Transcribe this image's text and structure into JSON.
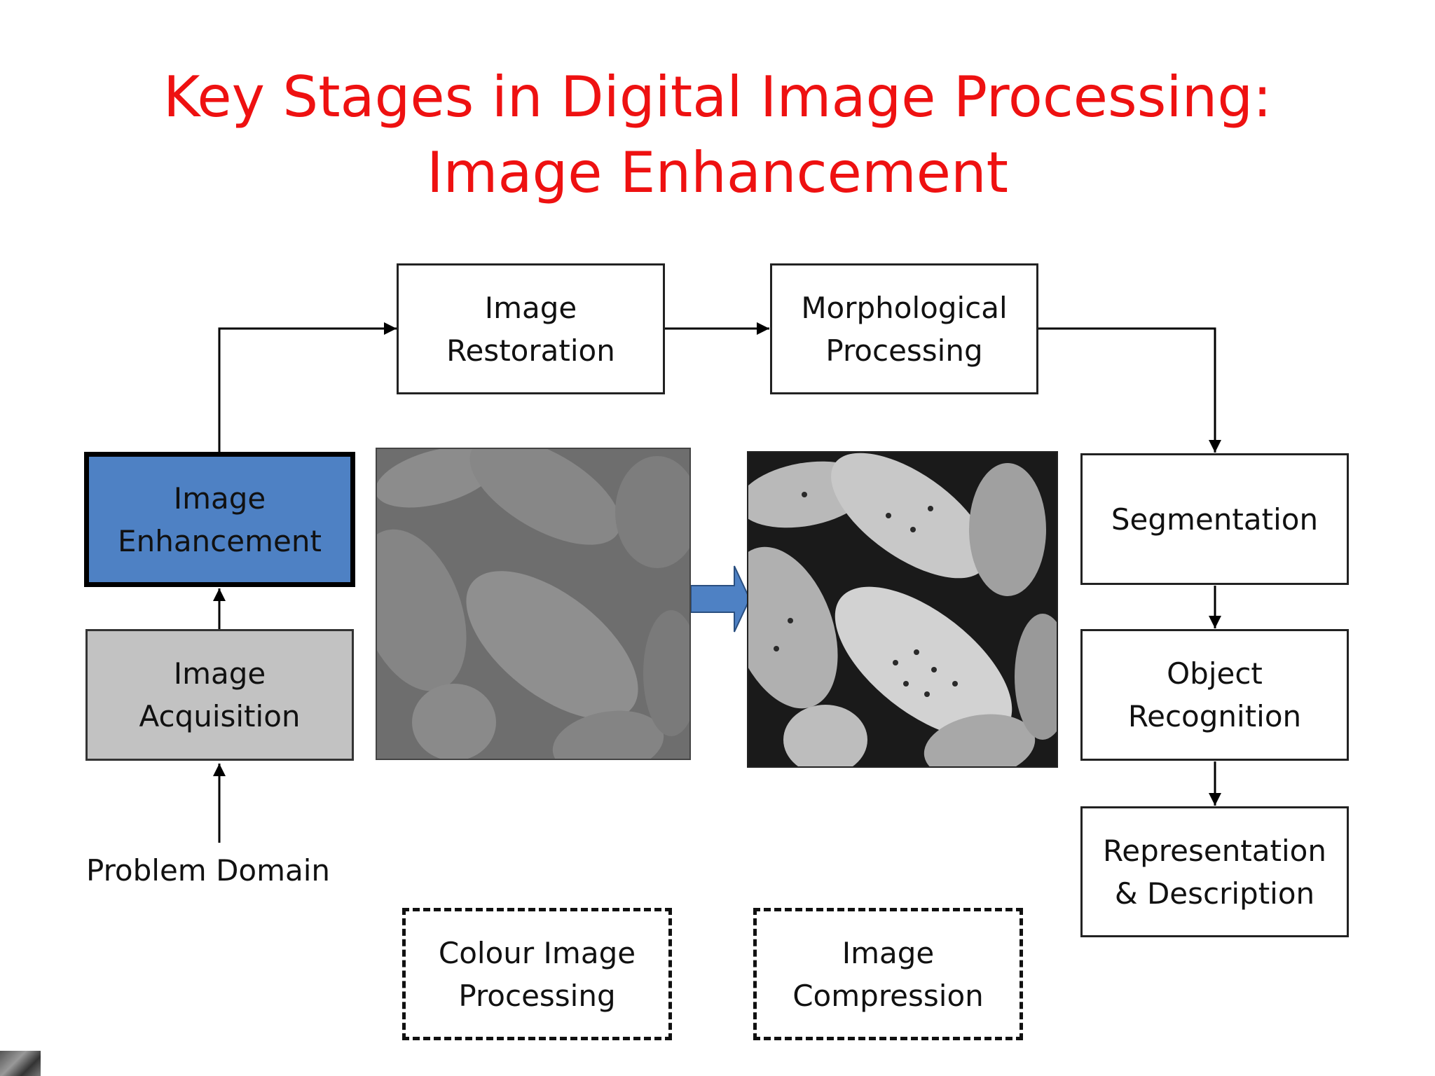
{
  "title": {
    "line1": "Key Stages in Digital Image Processing:",
    "line2": "Image Enhancement"
  },
  "stages": {
    "restoration": [
      "Image",
      "Restoration"
    ],
    "morphological": [
      "Morphological",
      "Processing"
    ],
    "enhancement": [
      "Image",
      "Enhancement"
    ],
    "acquisition": [
      "Image",
      "Acquisition"
    ],
    "segmentation": [
      "Segmentation"
    ],
    "recognition": [
      "Object",
      "Recognition"
    ],
    "representation": [
      "Representation",
      "& Description"
    ],
    "colour": [
      "Colour Image",
      "Processing"
    ],
    "compression": [
      "Image",
      "Compression"
    ]
  },
  "problem_domain": "Problem Domain",
  "colors": {
    "title": "#ee1111",
    "enhancement_fill": "#4e81c4",
    "acquisition_fill": "#c2c2c2",
    "arrow_fill": "#4e81c4"
  }
}
